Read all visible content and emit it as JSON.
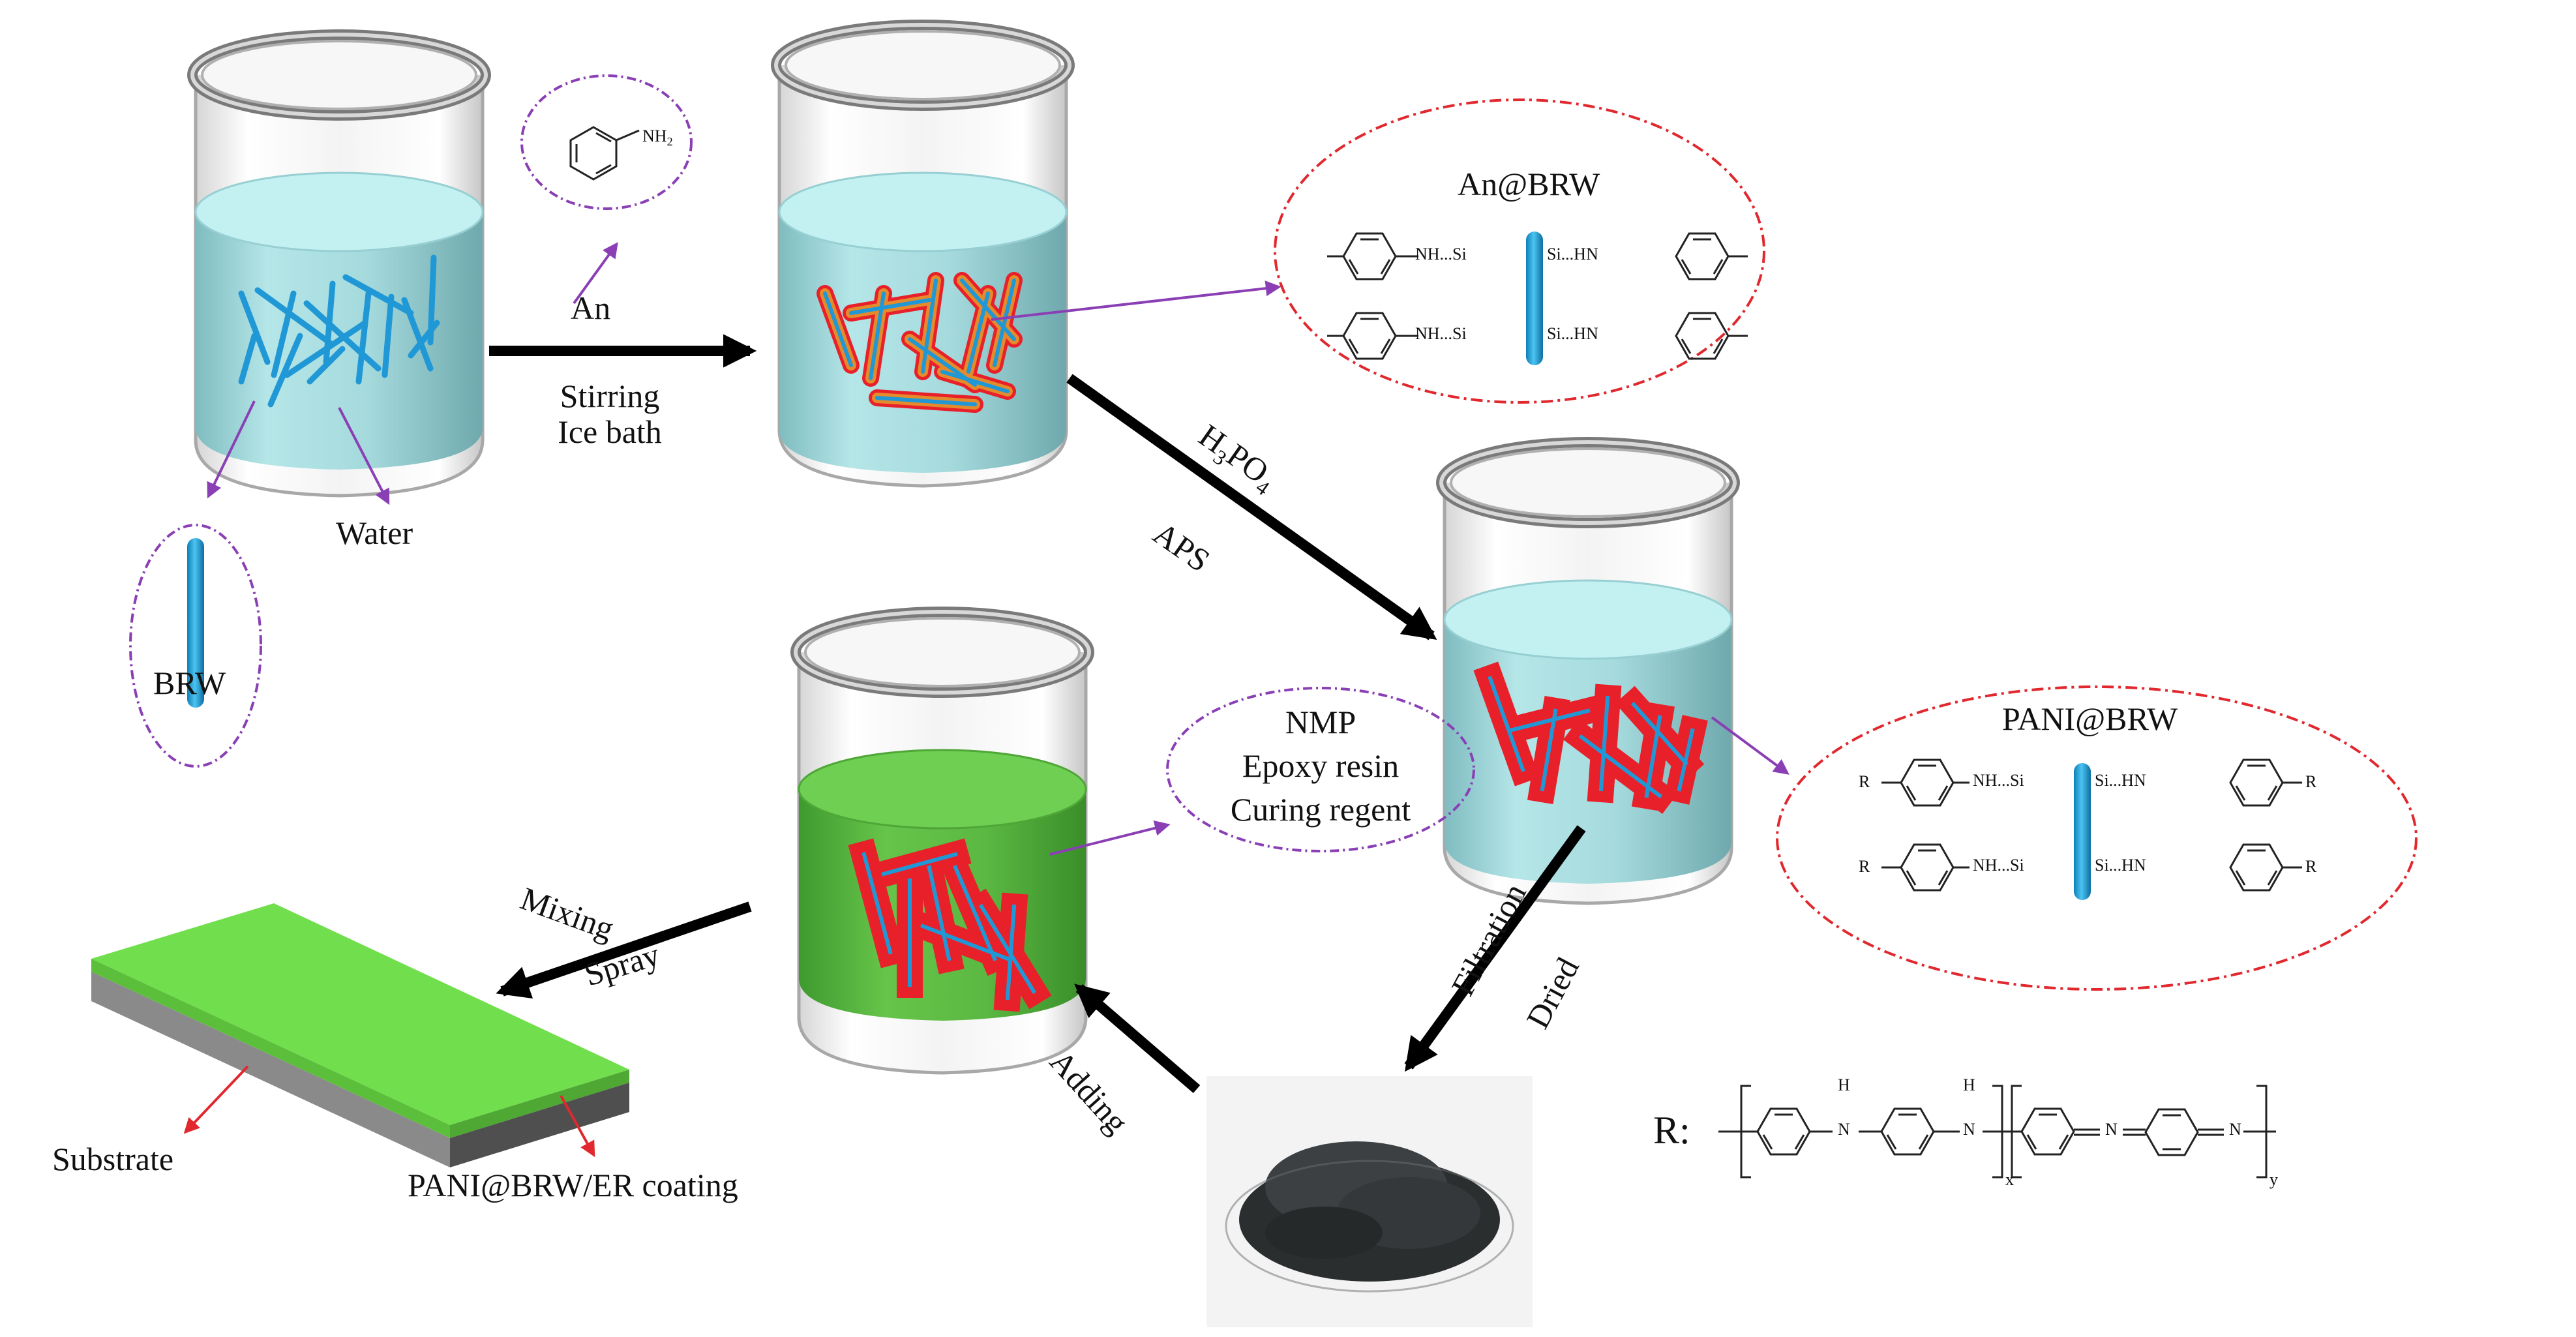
{
  "labels": {
    "an": "An",
    "nh2": "NH",
    "nh2_sub": "2",
    "stirring": "Stirring",
    "ice_bath": "Ice bath",
    "water": "Water",
    "brw": "BRW",
    "an_brw_title": "An@BRW",
    "h3po4_h": "H",
    "h3po4_3": "3",
    "h3po4_po": "PO",
    "h3po4_4": "4",
    "aps": "APS",
    "pani_brw_title": "PANI@BRW",
    "nmp": "NMP",
    "epoxy": "Epoxy resin",
    "curing": "Curing regent",
    "filtration": "Filtration",
    "dried": "Dried",
    "adding": "Adding",
    "mixing": "Mixing",
    "spray": "Spray",
    "substrate": "Substrate",
    "coating": "PANI@BRW/ER coating",
    "r_label": "R:",
    "sub_x": "x",
    "sub_y": "y",
    "nh_left": "NH...Si",
    "si_right": "Si...HN",
    "r": "R",
    "h": "H",
    "n": "N"
  },
  "colors": {
    "water": "#a8dfe0",
    "water_top": "#bff2f2",
    "epoxy_green": "#5fbe43",
    "brw_blue": "#25a6dc",
    "pani_red": "#e8202a",
    "arrow_black": "#000000",
    "purple_link": "#8a3fb5",
    "red_dash": "#e0282e",
    "coating_green": "#6ddc4c",
    "substrate_grey": "#6e6e6e"
  }
}
